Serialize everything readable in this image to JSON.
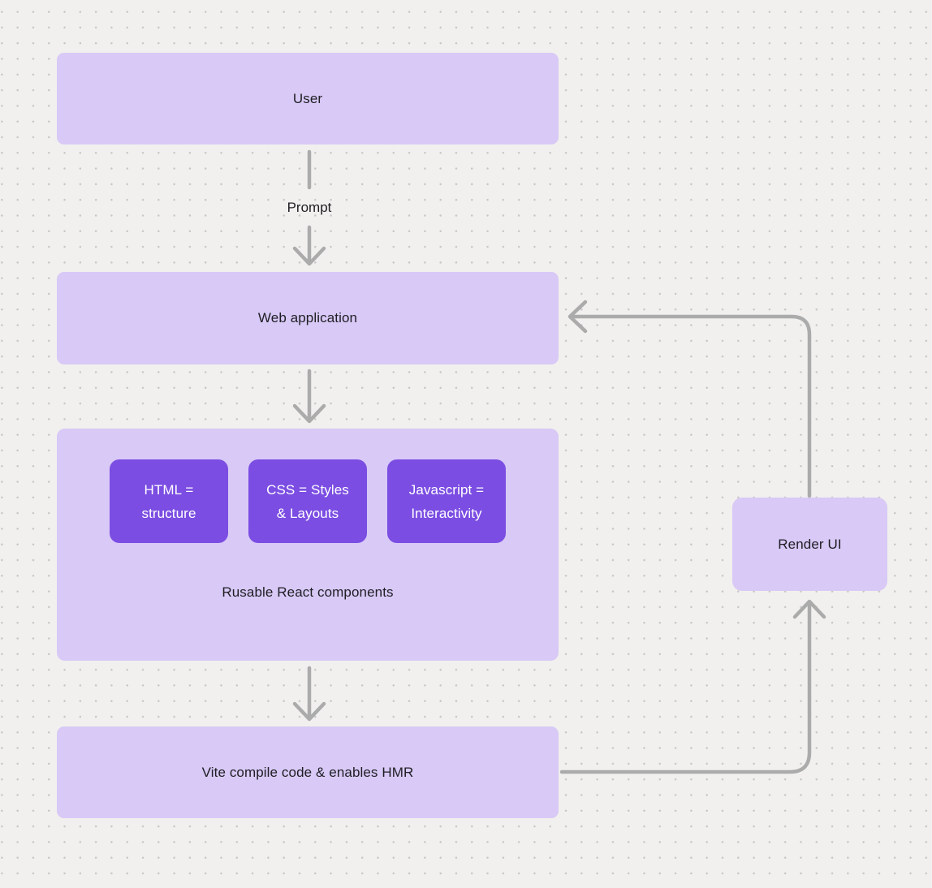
{
  "colors": {
    "background": "#f1f0ee",
    "dot_grid": "#c9c7c5",
    "node_fill": "#d8c9f6",
    "accent_fill": "#7b4de2",
    "node_text": "#1f1e24",
    "accent_text": "#ffffff",
    "arrow": "#ababab"
  },
  "nodes": {
    "user": {
      "label": "User"
    },
    "web_application": {
      "label": "Web application"
    },
    "components_group": {
      "caption": "Rusable React components",
      "children": [
        {
          "label": "HTML = structure"
        },
        {
          "label": "CSS = Styles & Layouts"
        },
        {
          "label": "Javascript = Interactivity"
        }
      ]
    },
    "vite": {
      "label": "Vite compile code & enables HMR"
    },
    "render_ui": {
      "label": "Render UI"
    }
  },
  "edges": {
    "user_to_web_application": {
      "from": "user",
      "to": "web_application",
      "label": "Prompt"
    },
    "web_application_to_components": {
      "from": "web_application",
      "to": "components_group",
      "label": ""
    },
    "components_to_vite": {
      "from": "components_group",
      "to": "vite",
      "label": ""
    },
    "vite_to_render_ui": {
      "from": "vite",
      "to": "render_ui",
      "label": ""
    },
    "render_ui_to_web_application": {
      "from": "render_ui",
      "to": "web_application",
      "label": ""
    }
  }
}
